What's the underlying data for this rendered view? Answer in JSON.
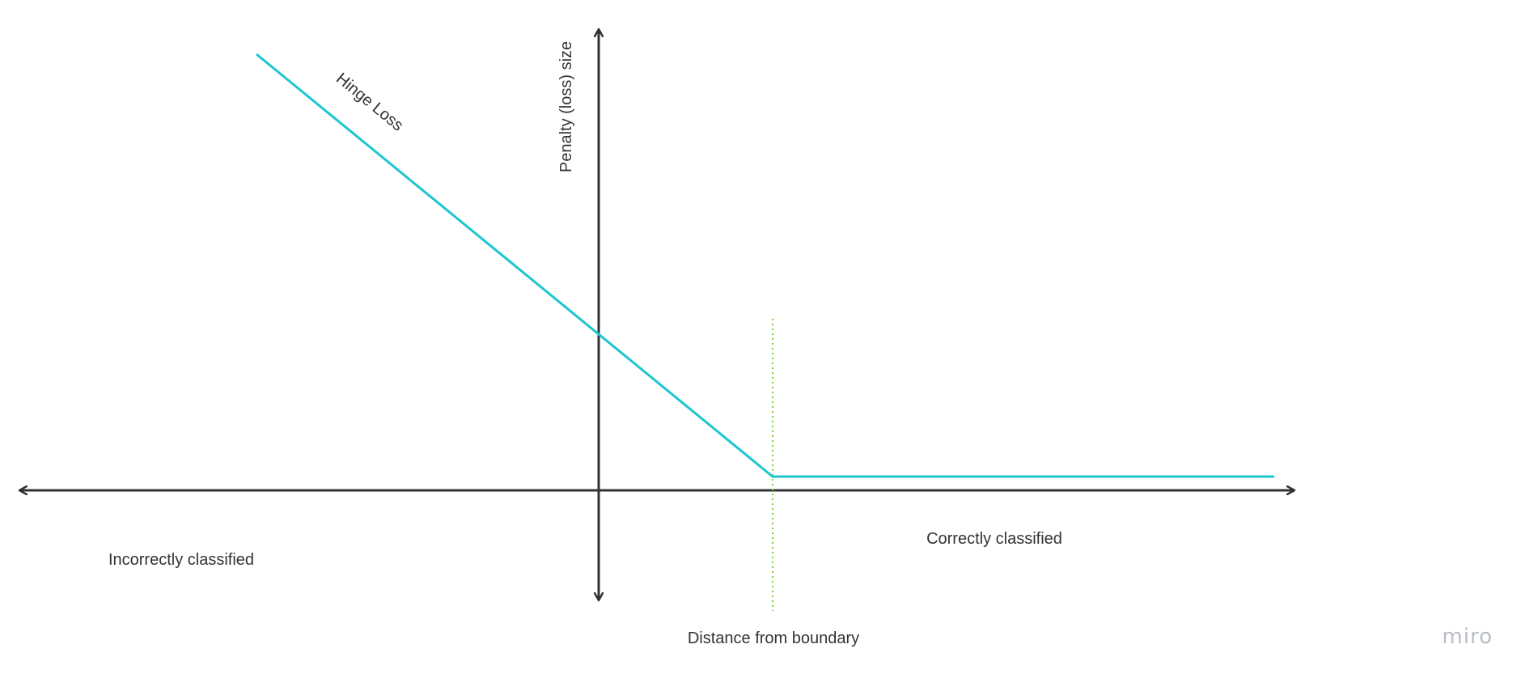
{
  "diagram": {
    "curve_label": "Hinge Loss",
    "y_axis_label": "Penalty (loss) size",
    "x_axis_label": "Distance from boundary",
    "region_left_label": "Incorrectly classified",
    "region_right_label": "Correctly classified",
    "watermark": "miro"
  },
  "colors": {
    "axis": "#333333",
    "curve": "#1cc7cf",
    "margin_line": "#7ccf3c",
    "text": "#333333",
    "watermark": "#b8bcc6",
    "background": "#ffffff"
  }
}
